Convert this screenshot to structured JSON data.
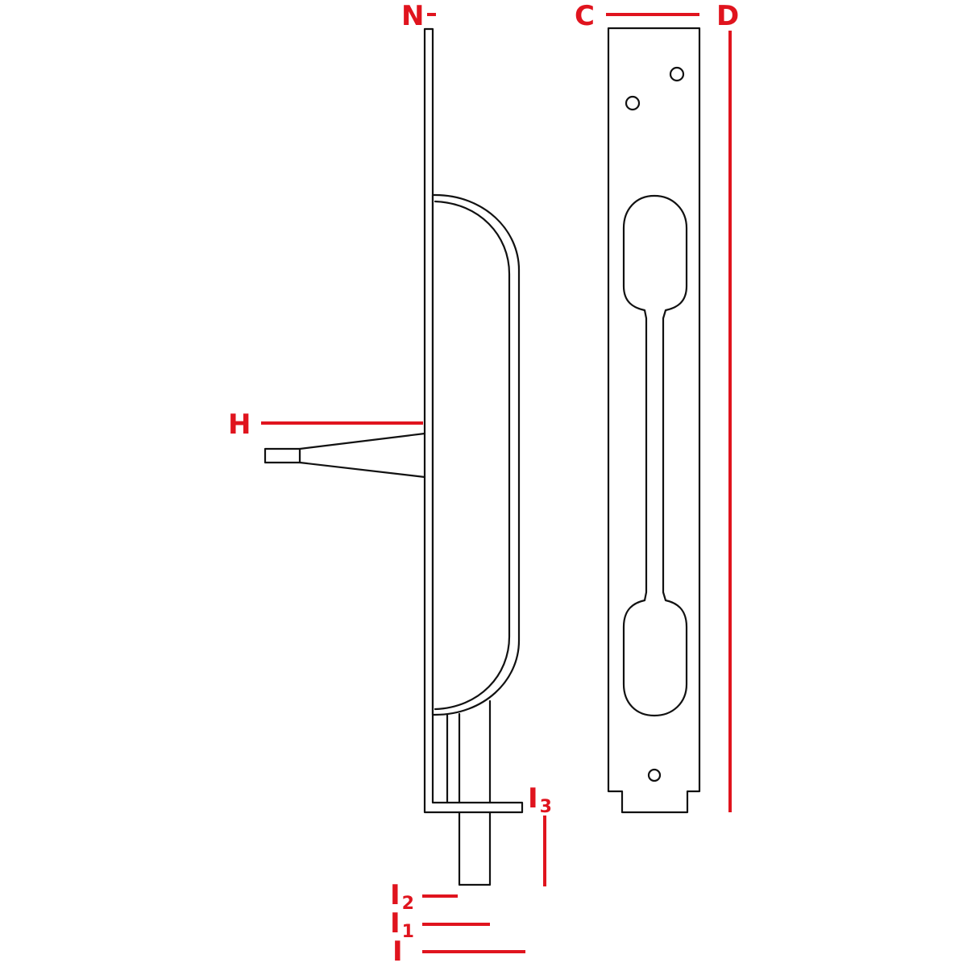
{
  "colors": {
    "dimension": "#e0141e",
    "outline": "#111111",
    "background": "#ffffff"
  },
  "labels": {
    "n": "N",
    "c": "C",
    "d": "D",
    "h": "H",
    "i": "I",
    "i1_base": "I",
    "i1_sub": "1",
    "i2_base": "I",
    "i2_sub": "2",
    "i3_base": "I",
    "i3_sub": "3"
  }
}
